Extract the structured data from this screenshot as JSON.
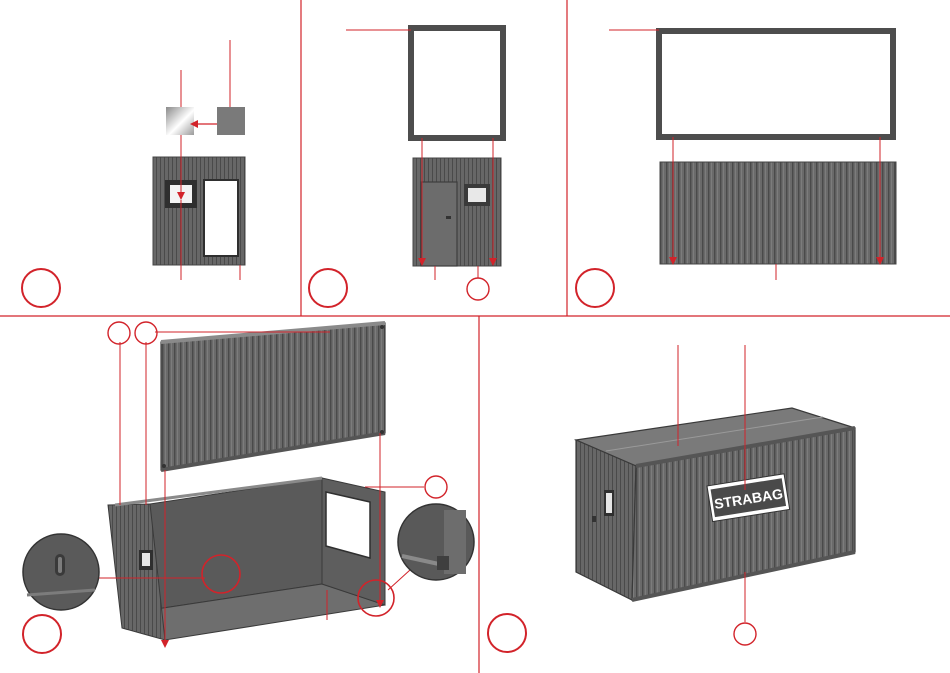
{
  "colors": {
    "accent": "#d2232a",
    "panel": "#6f6f6f",
    "panel_dark": "#4d4d4d",
    "panel_light": "#8a8a8a",
    "frame": "#505050",
    "window": "#ffffff"
  },
  "steps": [
    {
      "id": "step-1",
      "label": ""
    },
    {
      "id": "step-2",
      "label": ""
    },
    {
      "id": "step-3",
      "label": ""
    },
    {
      "id": "step-4",
      "label": ""
    },
    {
      "id": "step-5",
      "label": ""
    }
  ],
  "logo": {
    "text": "STRABAG"
  }
}
